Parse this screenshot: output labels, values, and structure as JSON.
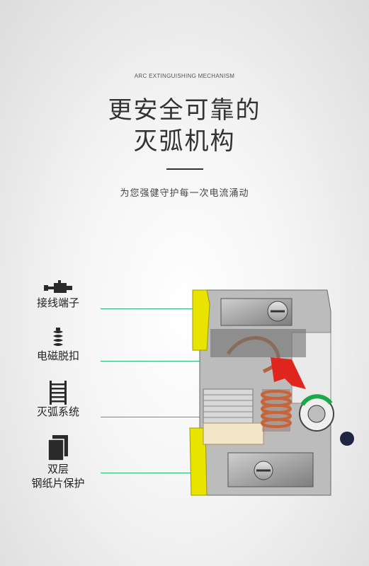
{
  "header": {
    "kicker": "ARC EXTINGUISHING MECHANISM",
    "title_line1": "更安全可靠的",
    "title_line2": "灭弧机构",
    "subtitle": "为您强健守护每一次电流涌动"
  },
  "features": [
    {
      "label": "接线端子",
      "icon": "terminal-screw-icon"
    },
    {
      "label": "电磁脱扣",
      "icon": "coil-spring-icon"
    },
    {
      "label": "灭弧系统",
      "icon": "arc-grid-icon"
    },
    {
      "label_line1": "双层",
      "label_line2": "钢纸片保护",
      "icon": "steel-sheets-icon"
    }
  ],
  "colors": {
    "accent": "#2bb673",
    "yellow": "#e9e300",
    "copper": "#c8643a",
    "red": "#e0261c"
  }
}
